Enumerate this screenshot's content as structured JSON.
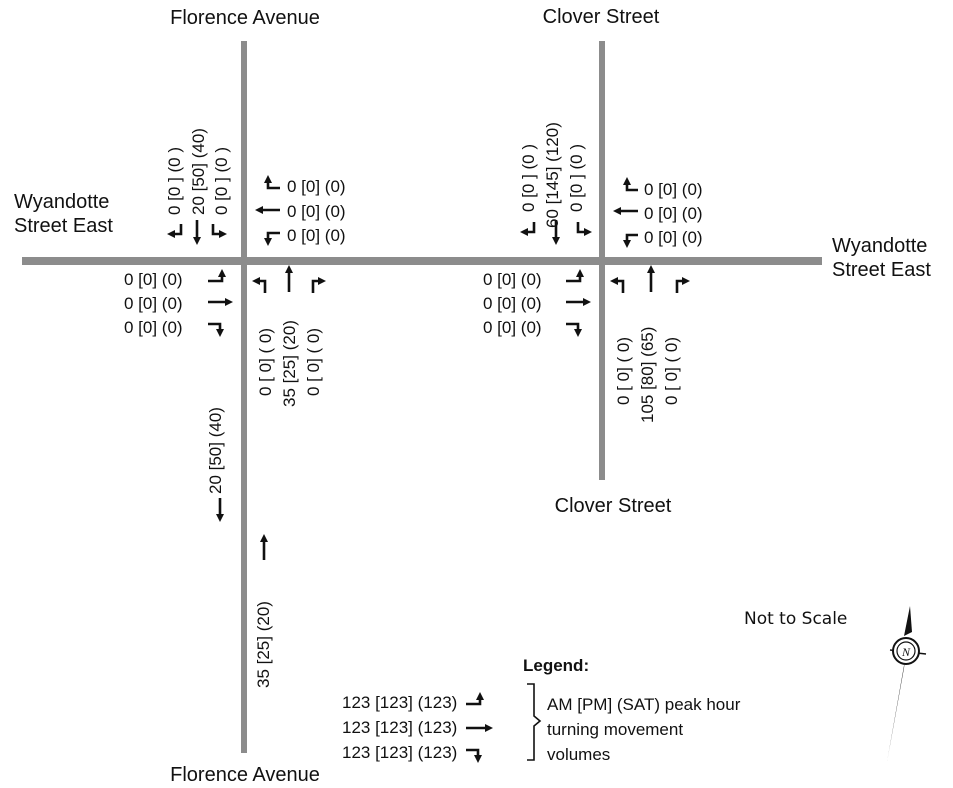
{
  "streets": {
    "florence_top": "Florence Avenue",
    "florence_bottom": "Florence Avenue",
    "clover_top": "Clover Street",
    "clover_bottom": "Clover Street",
    "wyandotte_west": "Wyandotte Street East",
    "wyandotte_east": "Wyandotte Street East"
  },
  "florence_intersection": {
    "southbound_approach": [
      "0  [0 ] (0 )",
      "20 [50] (40)",
      "0  [0 ] (0 )"
    ],
    "westbound_approach": [
      "0 [0] (0)",
      "0 [0] (0)",
      "0 [0] (0)"
    ],
    "eastbound_approach": [
      "0 [0] (0)",
      "0 [0] (0)",
      "0 [0] (0)"
    ],
    "northbound_approach": [
      "0  [ 0]  ( 0)",
      "35 [25] (20)",
      "0  [ 0]  ( 0)"
    ]
  },
  "clover_intersection": {
    "southbound_approach": [
      "0  [0  ] (0  )",
      "60 [145] (120)",
      "0  [0  ] (0  )"
    ],
    "westbound_approach": [
      "0 [0] (0)",
      "0 [0] (0)",
      "0 [0] (0)"
    ],
    "eastbound_approach": [
      "0 [0] (0)",
      "0 [0] (0)",
      "0 [0] (0)"
    ],
    "northbound_approach": [
      "0  [ 0]  ( 0)",
      "105 [80] (65)",
      "0  [ 0]  ( 0)"
    ]
  },
  "florence_south_link": {
    "southbound": "20 [50] (40)",
    "northbound": "35 [25] (20)"
  },
  "scale_note": "Not to Scale",
  "north_arrow_letter": "N",
  "legend": {
    "title": "Legend:",
    "rows": [
      "123 [123] (123)",
      "123 [123] (123)",
      "123 [123] (123)"
    ],
    "description": "AM [PM] (SAT) peak hour turning movement volumes"
  },
  "colors": {
    "road": "#8c8c8c",
    "text": "#111111"
  }
}
